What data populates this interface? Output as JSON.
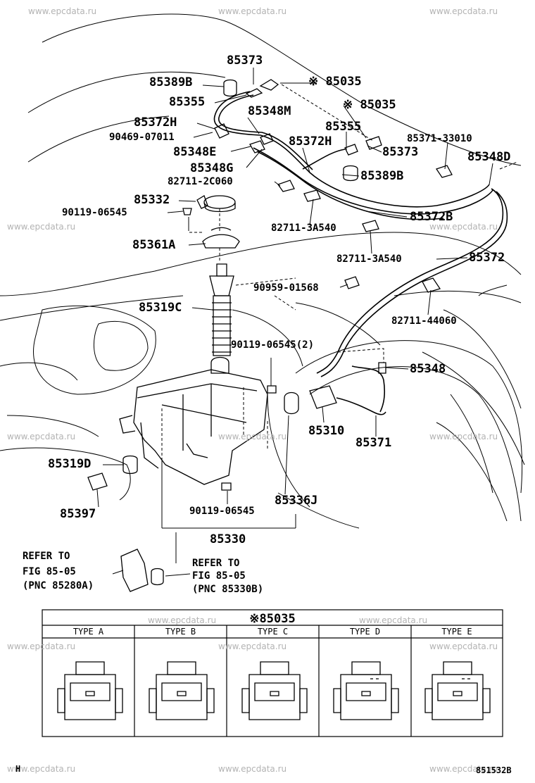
{
  "parts": {
    "p85373_top": "85373",
    "p85389B_top": "85389B",
    "p85035_top": "※ 85035",
    "p85355_left": "85355",
    "p85348M": "85348M",
    "p85035_mid": "※ 85035",
    "p85372H_left": "85372H",
    "p90469": "90469-07011",
    "p85355_mid": "85355",
    "p85371_33010": "85371-33010",
    "p85348E": "85348E",
    "p85372H_mid": "85372H",
    "p85373_mid": "85373",
    "p85348D": "85348D",
    "p85348G": "85348G",
    "p85389B_mid": "85389B",
    "p82711_2C060": "82711-2C060",
    "p85332": "85332",
    "p90119_06545_a": "90119-06545",
    "p85372B": "85372B",
    "p82711_3A540_a": "82711-3A540",
    "p85361A": "85361A",
    "p82711_3A540_b": "82711-3A540",
    "p85372": "85372",
    "p90959": "90959-01568",
    "p85319C": "85319C",
    "p82711_44060": "82711-44060",
    "p90119_06545_2": "90119-06545(2)",
    "p85348": "85348",
    "p85310": "85310",
    "p85371": "85371",
    "p85319D": "85319D",
    "p85397": "85397",
    "p90119_06545_b": "90119-06545",
    "p85336J": "85336J",
    "p85330": "85330"
  },
  "refer_left": [
    "REFER TO",
    "FIG 85-05",
    "(PNC 85280A)"
  ],
  "refer_right": [
    "REFER TO",
    "FIG 85-05",
    "(PNC 85330B)"
  ],
  "table": {
    "title": "※85035",
    "types": [
      "TYPE A",
      "TYPE B",
      "TYPE C",
      "TYPE D",
      "TYPE E"
    ]
  },
  "footer": {
    "left": "H",
    "right": "851532B"
  },
  "watermark": "www.epcdata.ru"
}
